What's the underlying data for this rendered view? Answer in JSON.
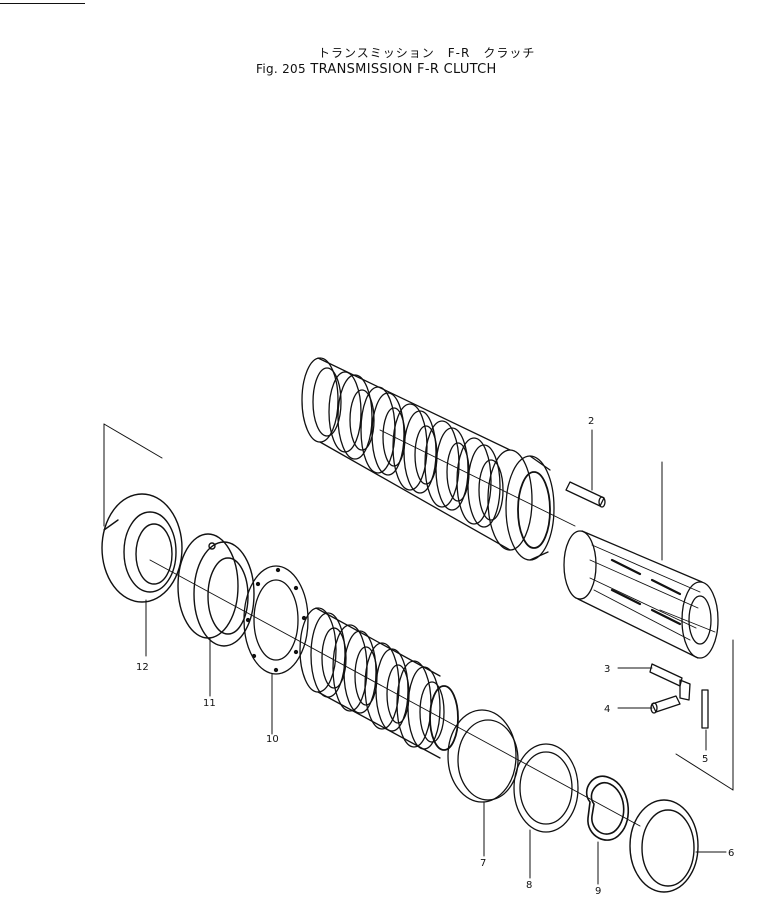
{
  "title": {
    "japanese": "トランスミッション　F-R　クラッチ",
    "figure_number": "Fig. 205",
    "english": "TRANSMISSION  F-R  CLUTCH"
  },
  "callouts": [
    "2",
    "12",
    "11",
    "10",
    "3",
    "4",
    "5",
    "7",
    "8",
    "9",
    "6"
  ]
}
